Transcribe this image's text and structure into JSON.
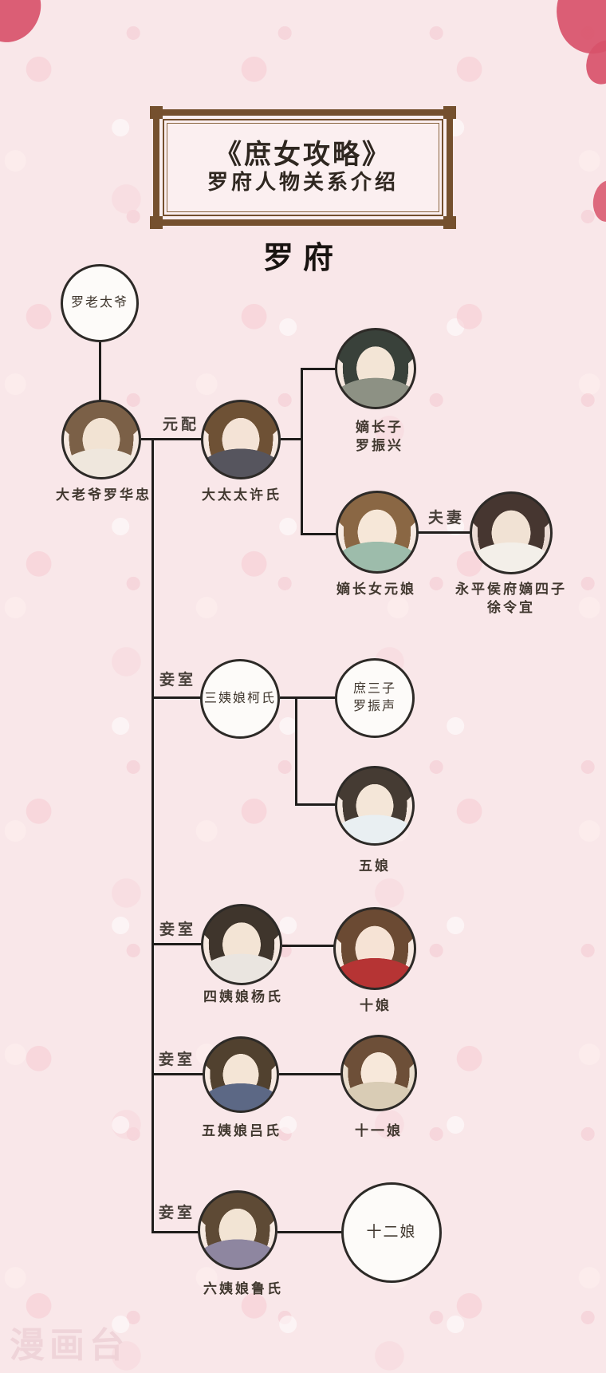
{
  "title_box": {
    "line1": "《庶女攻略》",
    "line2": "罗府人物关系介绍"
  },
  "section_heading": "罗府",
  "relations": {
    "yuanpei": "元配",
    "fuqi": "夫妻",
    "qieshi": "妾室"
  },
  "nodes": {
    "laotaiye": {
      "label": "罗老太爷"
    },
    "dalaoye": {
      "label": "大老爷罗华忠"
    },
    "dataitai": {
      "label": "大太太许氏"
    },
    "dizhangzi": {
      "line1": "嫡长子",
      "line2": "罗振兴"
    },
    "dizhangnv": {
      "label": "嫡长女元娘"
    },
    "xulingyi": {
      "line1": "永平侯府嫡四子",
      "line2": "徐令宜"
    },
    "sanyiniang": {
      "label": "三姨娘柯氏"
    },
    "shusanzi": {
      "line1": "庶三子",
      "line2": "罗振声"
    },
    "wuniang": {
      "label": "五娘"
    },
    "siyiniang": {
      "label": "四姨娘杨氏"
    },
    "shiniang": {
      "label": "十娘"
    },
    "wuyiniang": {
      "label": "五姨娘吕氏"
    },
    "shiyiniang": {
      "label": "十一娘"
    },
    "liuyiniang": {
      "label": "六姨娘鲁氏"
    },
    "shierniang": {
      "label": "十二娘"
    }
  },
  "watermark": "漫画台",
  "colors": {
    "background_pink": "#f9e7e9",
    "petal_rose": "#d8526a",
    "frame_brown": "#75502e",
    "connector_black": "#1f1d1b",
    "label_text": "#41382f"
  }
}
